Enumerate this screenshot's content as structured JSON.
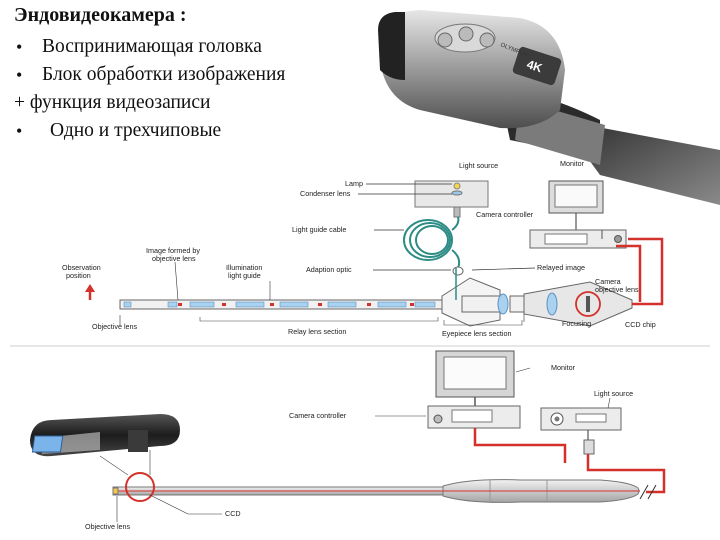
{
  "slide": {
    "title": "Эндовидеокамера :",
    "lines": [
      {
        "bullet": "•",
        "text": "Воспринимающая головка"
      },
      {
        "bullet": "•",
        "text": "Блок обработки изображения"
      },
      {
        "bullet": "",
        "text": "+ функция видеозаписи"
      },
      {
        "bullet": "•",
        "text": "Одно и трехчиповые"
      }
    ]
  },
  "camera_head": {
    "badge": "4K",
    "brand": "OLYMPUS"
  },
  "diagram_top": {
    "labels": {
      "light_source": "Light source",
      "lamp": "Lamp",
      "condenser_lens": "Condenser lens",
      "monitor": "Monitor",
      "light_guide_cable": "Light guide cable",
      "camera_controller": "Camera controller",
      "image_formed": "Image formed by objective lens",
      "illumination_light_guide": "Illumination light guide",
      "adaption_optic": "Adaption optic",
      "relayed_image": "Relayed image",
      "observation_position": "Observation position",
      "camera_objective_lens": "Camera objective lens",
      "objective_lens": "Objective lens",
      "relay_lens_section": "Relay lens section",
      "eyepiece_lens_section": "Eyepiece lens section",
      "focusing": "Focusing",
      "ccd_chip": "CCD chip"
    }
  },
  "diagram_bottom": {
    "labels": {
      "monitor": "Monitor",
      "light_source": "Light source",
      "camera_controller": "Camera controller",
      "objective_lens": "Objective lens",
      "ccd": "CCD"
    }
  },
  "colors": {
    "red": "#d3312a",
    "teal": "#2d8c85",
    "blue": "#8fc3e8",
    "gray": "#c9c9c9",
    "dark": "#3c3c3c"
  }
}
